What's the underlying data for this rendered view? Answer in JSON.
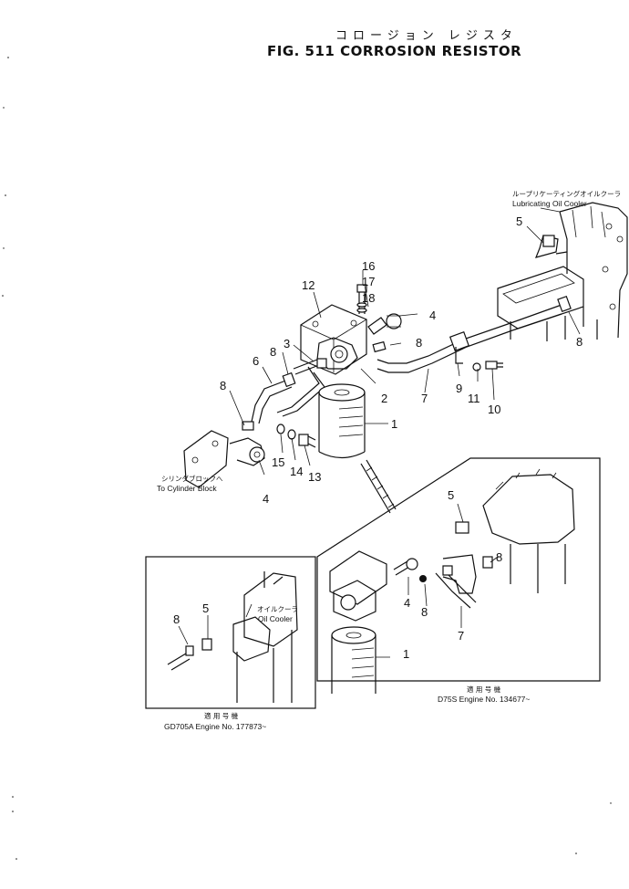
{
  "header": {
    "title_jp": "コロージョン レジスタ",
    "title_en": "FIG. 511  CORROSION  RESISTOR"
  },
  "callouts": {
    "c16": "16",
    "c17": "17",
    "c18": "18",
    "c12": "12",
    "c4a": "4",
    "c8a": "8",
    "c3": "3",
    "c8b": "8",
    "c6": "6",
    "c2": "2",
    "c7a": "7",
    "c9": "9",
    "c11": "11",
    "c10": "10",
    "c5a": "5",
    "c8c": "8",
    "c1a": "1",
    "c8d": "8",
    "c15": "15",
    "c14": "14",
    "c13": "13",
    "c4b": "4",
    "c5b": "5",
    "c8e": "8",
    "c4c": "4",
    "c8f": "8",
    "c7b": "7",
    "c1b": "1",
    "c8g": "8",
    "c5c": "5"
  },
  "labels": {
    "oil_cooler_jp": "ループリケーティングオイルクーラ",
    "oil_cooler_en": "Lubricating  Oil  Cooler",
    "cyl_block_jp": "シリンダブロックへ",
    "cyl_block_en": "To  Cylinder  Block",
    "inset_oil_jp": "オイルクーラ",
    "inset_oil_en": "Oil  Cooler",
    "inset_left_jp": "適 用 号 機",
    "inset_left_en": "GD705A  Engine  No.  177873~",
    "inset_right_jp": "適 用 号 機",
    "inset_right_en": "D75S  Engine  No.  134677~"
  }
}
